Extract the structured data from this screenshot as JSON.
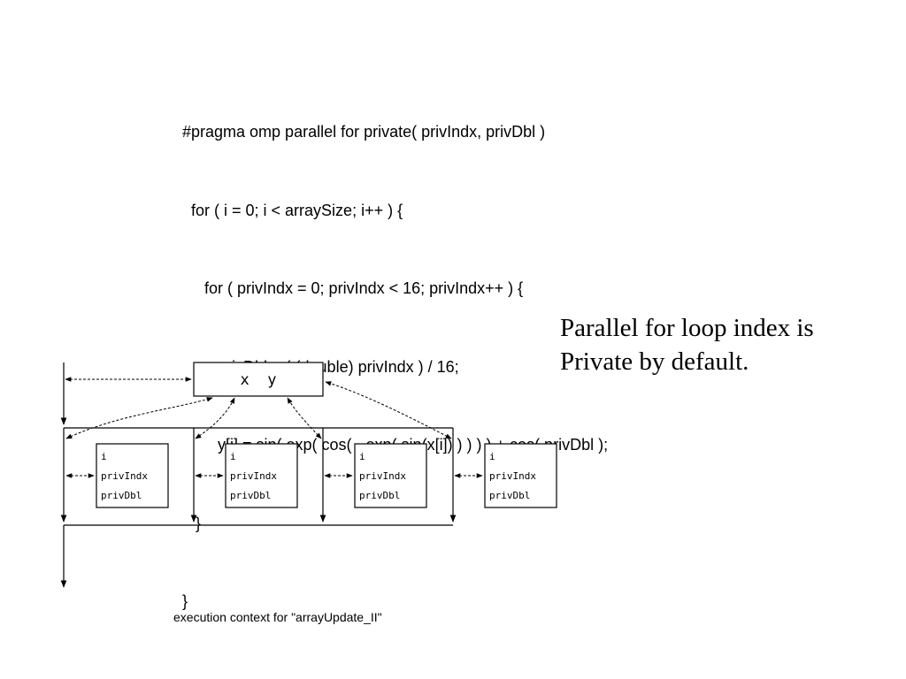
{
  "code": {
    "lines": [
      "#pragma omp parallel for private( privIndx, privDbl )",
      "  for ( i = 0; i < arraySize; i++ ) {",
      "     for ( privIndx = 0; privIndx < 16; privIndx++ ) {",
      "        privDbl = ( (double) privIndx ) / 16;",
      "        y[i] = sin( exp( cos( - exp( sin(x[i]) ) ) ) ) + cos( privDbl );",
      "   }",
      "}"
    ]
  },
  "note": {
    "lines": [
      "Parallel for loop index is",
      "Private by default."
    ]
  },
  "diagram": {
    "shared_vars": "x  y",
    "private_boxes": [
      {
        "vars": [
          "i",
          "privIndx",
          "privDbl"
        ]
      },
      {
        "vars": [
          "i",
          "privIndx",
          "privDbl"
        ]
      },
      {
        "vars": [
          "i",
          "privIndx",
          "privDbl"
        ]
      },
      {
        "vars": [
          "i",
          "privIndx",
          "privDbl"
        ]
      }
    ],
    "caption": "execution context for \"arrayUpdate_II\""
  }
}
